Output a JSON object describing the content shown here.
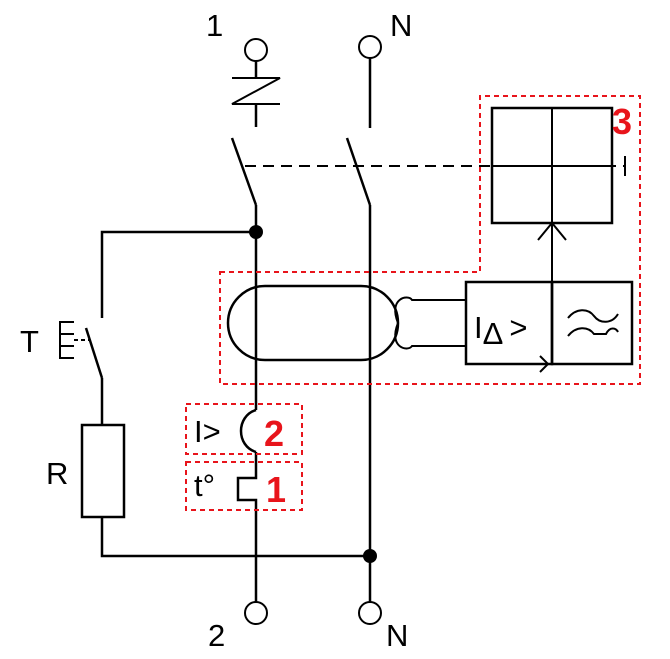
{
  "terminals": {
    "top_left": "1",
    "top_right": "N",
    "bottom_left": "2",
    "bottom_right": "N"
  },
  "components": {
    "test_button": "T",
    "resistor": "R",
    "overcurrent_symbol": "I>",
    "thermal_symbol": "t°",
    "differential_main": "I",
    "differential_sub": "Δ",
    "differential_gt": ">"
  },
  "callouts": {
    "thermal": "1",
    "magnetic": "2",
    "differential": "3"
  },
  "colors": {
    "line": "#000000",
    "highlight": "#e8141b"
  }
}
